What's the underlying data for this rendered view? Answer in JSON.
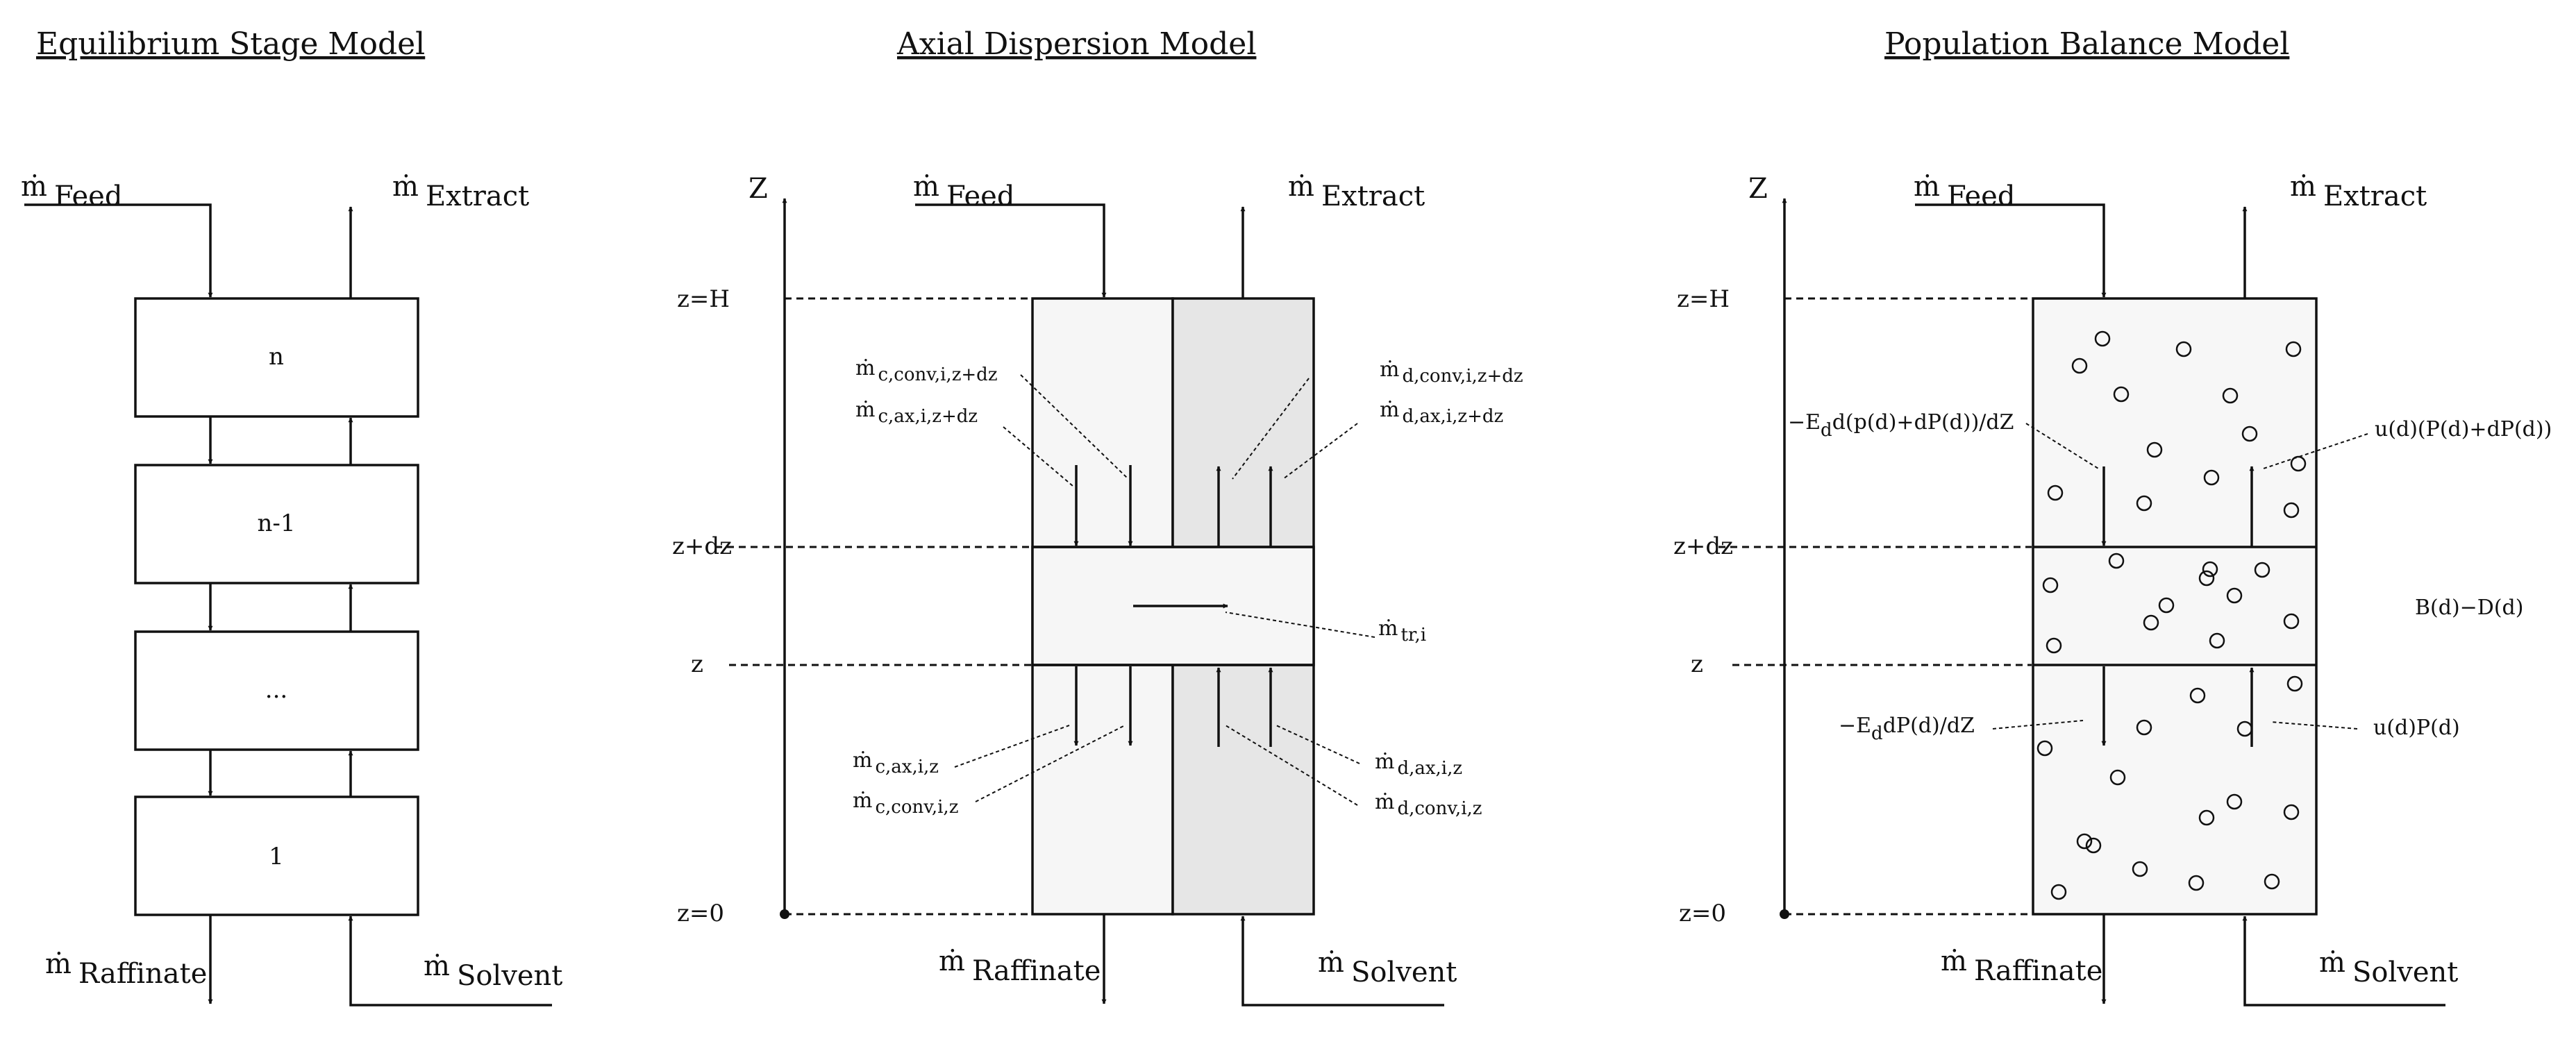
{
  "titles": {
    "left": "Equilibrium Stage Model",
    "center": "Axial Dispersion Model",
    "right": "Population Balance Model"
  },
  "streams": {
    "dot": "ṁ",
    "feed": "Feed",
    "extract": "Extract",
    "raffinate": "Raffinate",
    "solvent": "Solvent"
  },
  "stages": [
    "n",
    "n-1",
    "...",
    "1"
  ],
  "axis": {
    "name": "Z",
    "ticks": [
      "z=H",
      "z+dz",
      "z",
      "z=0"
    ]
  },
  "axial": {
    "m_c_conv_top": "c,conv,i,z+dz",
    "m_c_ax_top": "c,ax,i,z+dz",
    "m_d_conv_top": "d,conv,i,z+dz",
    "m_d_ax_top": "d,ax,i,z+dz",
    "m_tr": "tr,i",
    "m_c_ax_bot": "c,ax,i,z",
    "m_c_conv_bot": "c,conv,i,z",
    "m_d_ax_bot": "d,ax,i,z",
    "m_d_conv_bot": "d,conv,i,z"
  },
  "population": {
    "ed_top_pre": "−E",
    "ed_top_sub": "d",
    "ed_top_post": "d(p(d)+dP(d))/dZ",
    "u_top": "u(d)(P(d)+dP(d))",
    "source": "B(d)−D(d)",
    "ed_bot_pre": "−E",
    "ed_bot_sub": "d",
    "ed_bot_post": "dP(d)/dZ",
    "u_bot": "u(d)P(d)"
  },
  "colors": {
    "line": "#111111",
    "continuous_phase": "#f6f6f6",
    "dispersed_phase": "#e6e6e6",
    "pbm_fill": "#f7f7f7"
  }
}
